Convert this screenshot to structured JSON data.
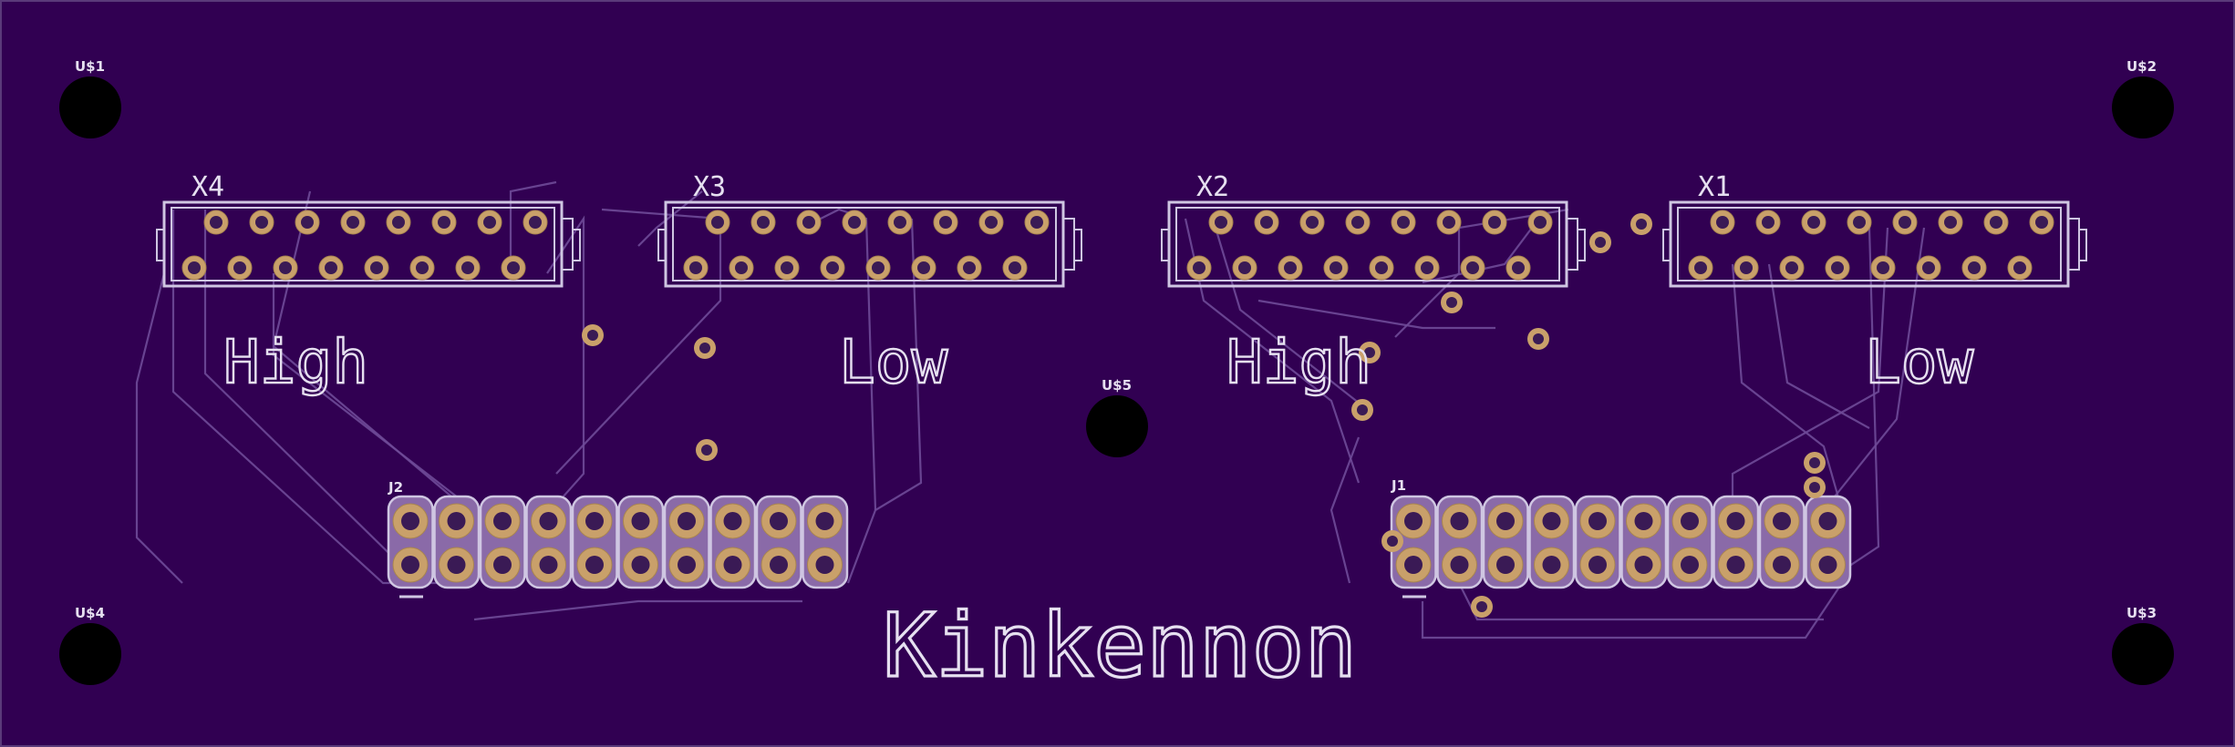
{
  "board": {
    "title": "Kinkennon",
    "colors": {
      "substrate": "#2a0050",
      "silkscreen": "#e6e0f0",
      "pad": "#c9a06a",
      "trace": "#6f4a98"
    },
    "mounting_holes": [
      "U$1",
      "U$2",
      "U$3",
      "U$4",
      "U$5"
    ],
    "idc_connectors": [
      {
        "ref": "X4",
        "side_label": "High"
      },
      {
        "ref": "X3",
        "side_label": "Low"
      },
      {
        "ref": "X2",
        "side_label": "High"
      },
      {
        "ref": "X1",
        "side_label": "Low"
      }
    ],
    "pin_headers": [
      {
        "ref": "J2"
      },
      {
        "ref": "J1"
      }
    ]
  }
}
